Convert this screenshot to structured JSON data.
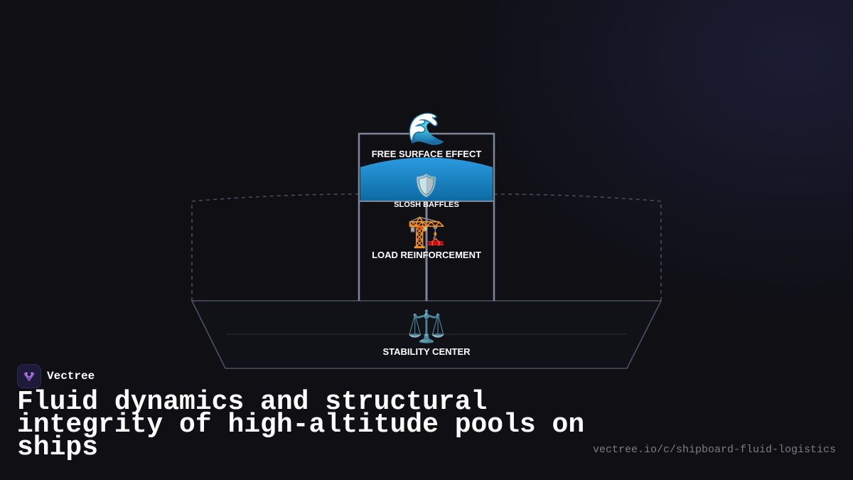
{
  "brand": {
    "name": "Vectree",
    "accent_color": "#9b5de5"
  },
  "headline": "Fluid dynamics and structural integrity of high-altitude pools on ships",
  "url": "vectree.io/c/shipboard-fluid-logistics",
  "diagram": {
    "labels": {
      "free_surface": "FREE SURFACE EFFECT",
      "slosh_baffles": "SLOSH BAFFLES",
      "load_reinforcement": "LOAD REINFORCEMENT",
      "stability_center": "STABILITY CENTER"
    },
    "icons": {
      "free_surface": "🌊",
      "slosh_baffles": "🛡️",
      "load_reinforcement": "🏗️",
      "stability_center": "⚖️"
    },
    "colors": {
      "water": "#1a8fd0",
      "hull_stroke": "#4a5163",
      "tower_stroke": "#7e8799"
    }
  }
}
